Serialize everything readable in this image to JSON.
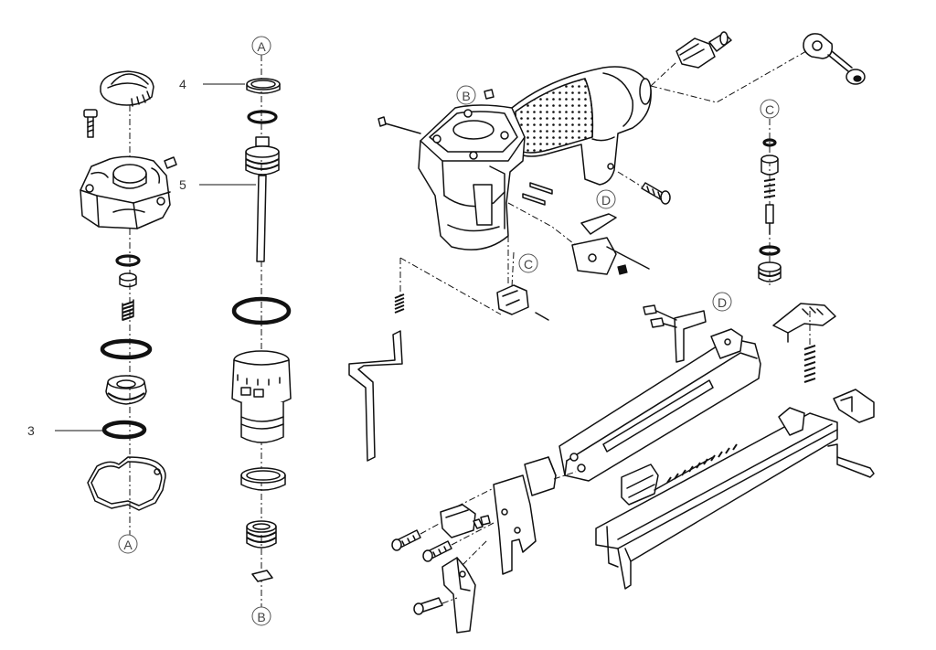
{
  "callouts": {
    "ref_a_top": "A",
    "ref_a_bottom": "A",
    "ref_b_bottom": "B",
    "ref_b_body": "B",
    "ref_c_right": "C",
    "ref_c_mid": "C",
    "ref_d_handle": "D",
    "ref_d_magazine": "D"
  },
  "part_numbers": {
    "n3": "3",
    "n4": "4",
    "n5": "5"
  }
}
